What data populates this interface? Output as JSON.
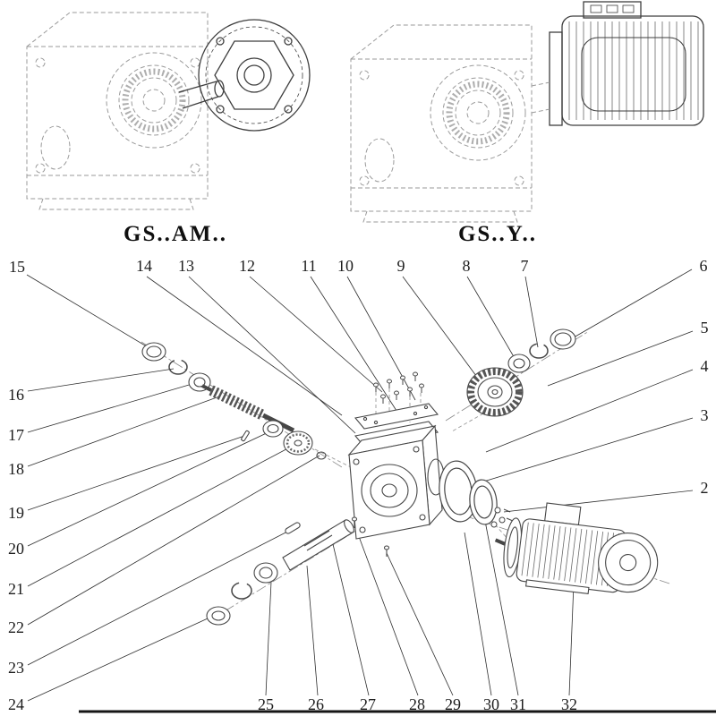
{
  "labels": {
    "left_model": "GS..AM..",
    "right_model": "GS..Y.."
  },
  "callouts": {
    "c2": "2",
    "c3": "3",
    "c4": "4",
    "c5": "5",
    "c6": "6",
    "c7": "7",
    "c8": "8",
    "c9": "9",
    "c10": "10",
    "c11": "11",
    "c12": "12",
    "c13": "13",
    "c14": "14",
    "c15": "15",
    "c16": "16",
    "c17": "17",
    "c18": "18",
    "c19": "19",
    "c20": "20",
    "c21": "21",
    "c22": "22",
    "c23": "23",
    "c24": "24",
    "c25": "25",
    "c26": "26",
    "c27": "27",
    "c28": "28",
    "c29": "29",
    "c30": "30",
    "c31": "31",
    "c32": "32"
  },
  "palette": {
    "solid_line": "#3f3f3f",
    "hidden_line": "#9a9a9a",
    "leader_line": "#2e2e2e",
    "background": "#ffffff"
  }
}
